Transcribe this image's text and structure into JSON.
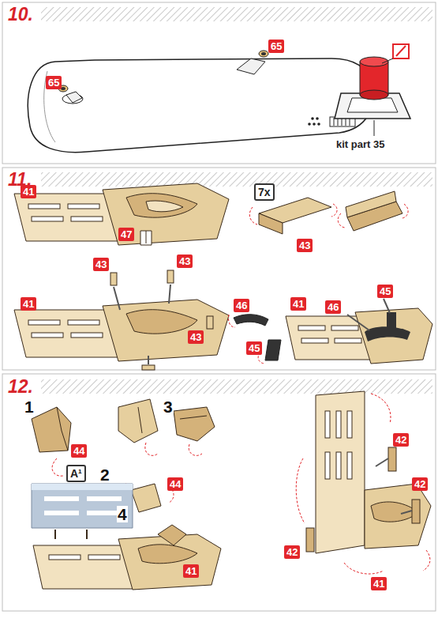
{
  "diagram": {
    "labels": [
      "10.",
      "65",
      "65",
      "kit part 35",
      "11.",
      "41",
      "47",
      "7x",
      "43",
      "41",
      "43",
      "43",
      "43",
      "46",
      "45",
      "41",
      "46",
      "45",
      "12.",
      "1",
      "44",
      "2",
      "3",
      "4",
      "A¹",
      "44",
      "41",
      "42",
      "42",
      "42",
      "41"
    ]
  }
}
